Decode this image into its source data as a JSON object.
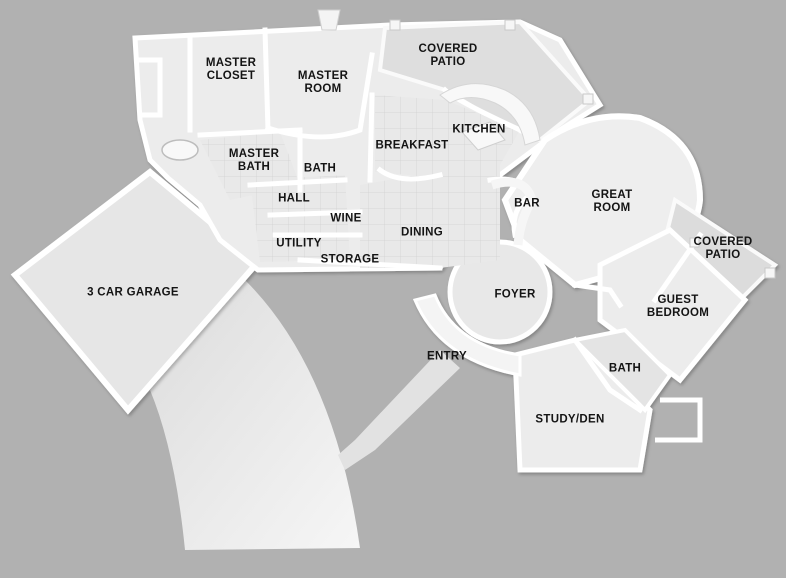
{
  "colors": {
    "background": "#b1b1b1",
    "floor": "#ebebeb",
    "wall": "#ffffff",
    "label": "#141414"
  },
  "rooms": {
    "master_closet": [
      "MASTER",
      "CLOSET"
    ],
    "master_room": [
      "MASTER",
      "ROOM"
    ],
    "covered_patio_top": [
      "COVERED",
      "PATIO"
    ],
    "kitchen": [
      "KITCHEN"
    ],
    "breakfast": [
      "BREAKFAST"
    ],
    "master_bath": [
      "MASTER",
      "BATH"
    ],
    "bath_upper": [
      "BATH"
    ],
    "hall": [
      "HALL"
    ],
    "wine": [
      "WINE"
    ],
    "dining": [
      "DINING"
    ],
    "utility": [
      "UTILITY"
    ],
    "storage": [
      "STORAGE"
    ],
    "bar": [
      "BAR"
    ],
    "great_room": [
      "GREAT",
      "ROOM"
    ],
    "covered_patio_right": [
      "COVERED",
      "PATIO"
    ],
    "garage": [
      "3 CAR GARAGE"
    ],
    "foyer": [
      "FOYER"
    ],
    "guest_bedroom": [
      "GUEST",
      "BEDROOM"
    ],
    "entry": [
      "ENTRY"
    ],
    "bath_lower": [
      "BATH"
    ],
    "study_den": [
      "STUDY/DEN"
    ]
  }
}
